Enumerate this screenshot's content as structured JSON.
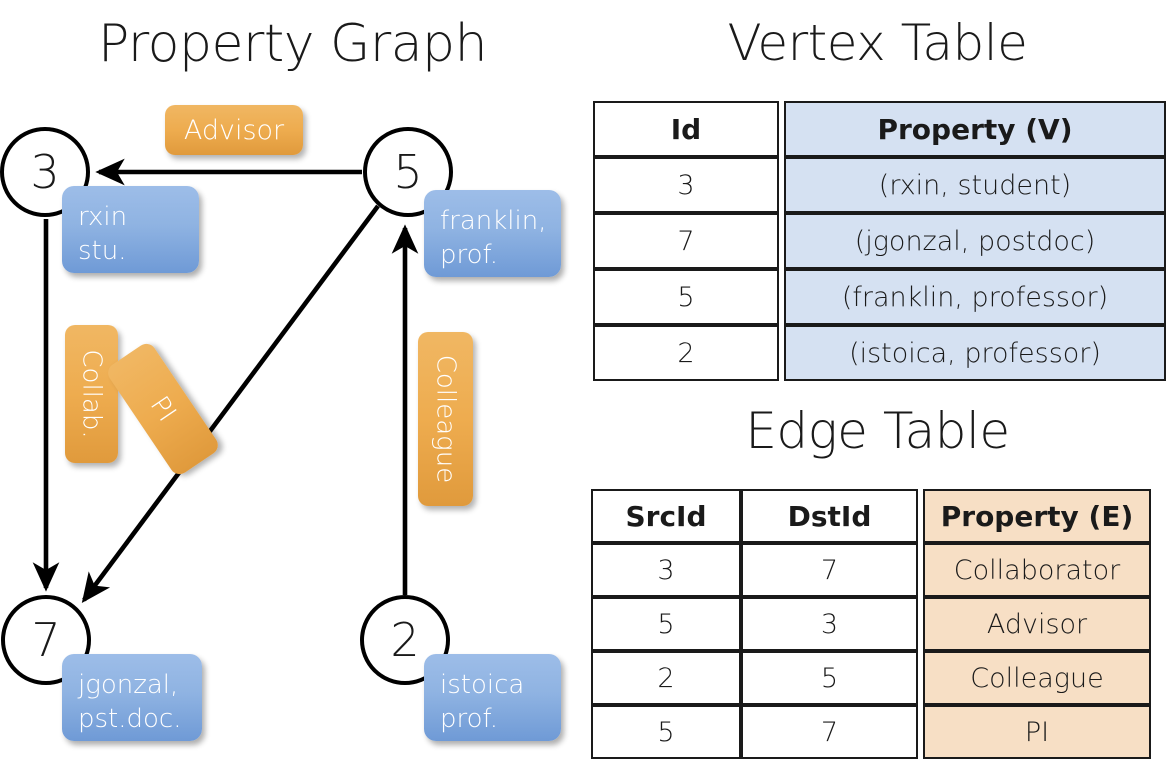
{
  "titles": {
    "property_graph": "Property Graph",
    "vertex_table": "Vertex Table",
    "edge_table": "Edge Table"
  },
  "graph": {
    "nodes": [
      {
        "id": "3",
        "label_line1": "rxin",
        "label_line2": "stu."
      },
      {
        "id": "5",
        "label_line1": "franklin,",
        "label_line2": "prof."
      },
      {
        "id": "7",
        "label_line1": "jgonzal,",
        "label_line2": "pst.doc."
      },
      {
        "id": "2",
        "label_line1": "istoica",
        "label_line2": "prof."
      }
    ],
    "edge_labels": {
      "advisor": "Advisor",
      "collab": "Collab.",
      "pi": "PI",
      "colleague": "Colleague"
    },
    "edges": [
      {
        "from": "5",
        "to": "3",
        "label": "Advisor"
      },
      {
        "from": "3",
        "to": "7",
        "label": "Collab."
      },
      {
        "from": "5",
        "to": "7",
        "label": "PI"
      },
      {
        "from": "2",
        "to": "5",
        "label": "Colleague"
      }
    ],
    "colors": {
      "vertex_property_fill": "#8fb3e2",
      "edge_property_fill": "#eeac4f",
      "node_stroke": "#000000"
    }
  },
  "vertex_table": {
    "headers": [
      "Id",
      "Property (V)"
    ],
    "rows": [
      {
        "id": "3",
        "property": "(rxin, student)"
      },
      {
        "id": "7",
        "property": "(jgonzal, postdoc)"
      },
      {
        "id": "5",
        "property": "(franklin, professor)"
      },
      {
        "id": "2",
        "property": "(istoica, professor)"
      }
    ],
    "property_cell_color": "#d5e1f2"
  },
  "edge_table": {
    "headers": [
      "SrcId",
      "DstId",
      "Property (E)"
    ],
    "rows": [
      {
        "src": "3",
        "dst": "7",
        "property": "Collaborator"
      },
      {
        "src": "5",
        "dst": "3",
        "property": "Advisor"
      },
      {
        "src": "2",
        "dst": "5",
        "property": "Colleague"
      },
      {
        "src": "5",
        "dst": "7",
        "property": "PI"
      }
    ],
    "property_cell_color": "#f7dfc5"
  }
}
